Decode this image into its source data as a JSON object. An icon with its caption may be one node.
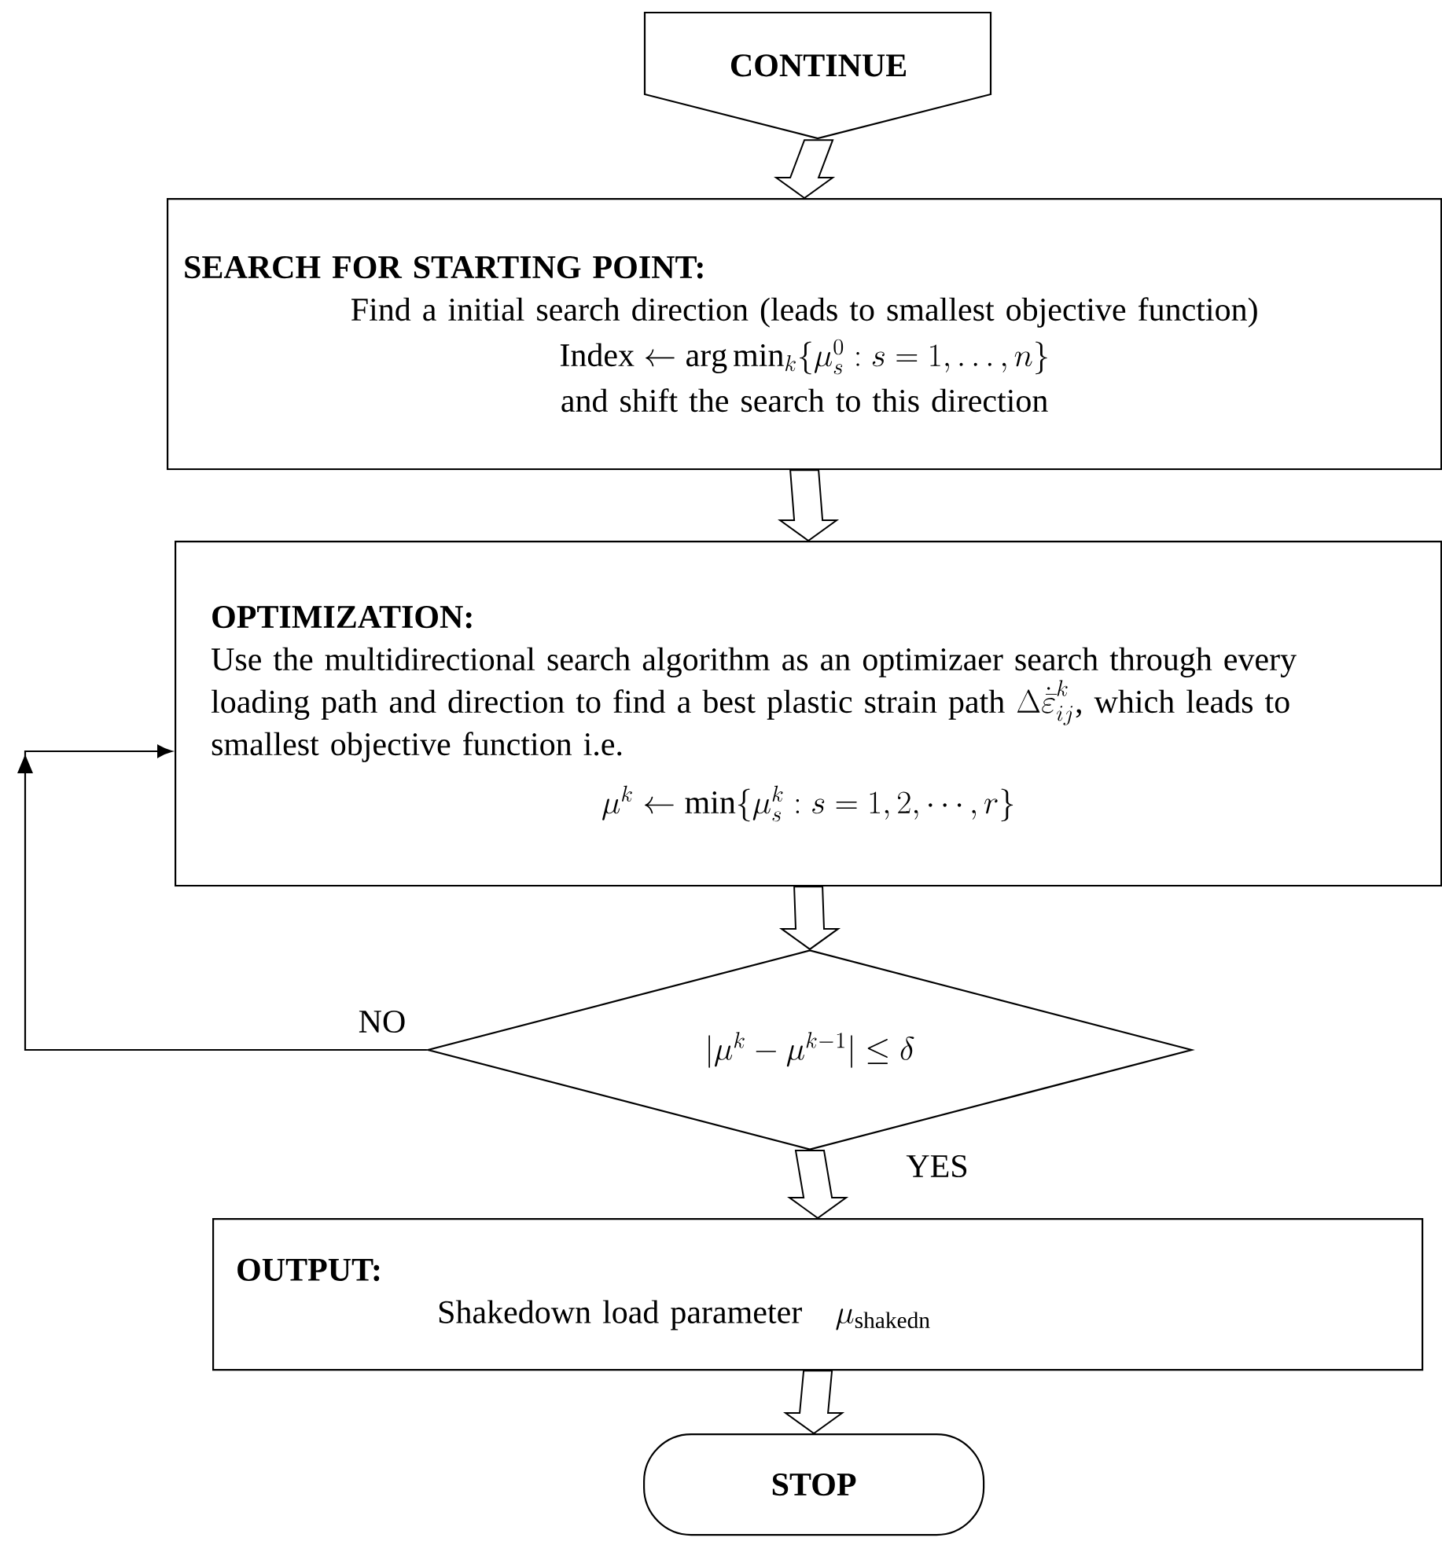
{
  "diagram": {
    "nodes": [
      {
        "text": [
          "CONTINUE"
        ]
      },
      {
        "text": [
          "SEARCH FOR STARTING POINT:",
          "Find a initial search direction (leads to smallest objective function)",
          "\\mathrm{Index} \\leftarrow \\arg\\min_{k} \\{\\mu_{s}^{0} : s = 1, \\ldots, n\\}",
          "and shift the search to this direction"
        ]
      },
      {
        "text": [
          "OPTIMIZATION:",
          "Use the multidirectional search algorithm as an optimizaer search through every loading path and direction to find a best plastic strain path",
          "\\Delta\\dot{\\bar{\\varepsilon}}_{ij}^{k}",
          ", which leads to smallest objective function i.e.",
          "\\mu^{k} \\leftarrow \\min\\{\\mu_{s}^{k} : s = 1, 2, \\cdots, r\\}"
        ]
      },
      {
        "text": [
          "|\\mu^{k} - \\mu^{k-1}| \\leq \\delta"
        ]
      },
      {
        "text": [
          "OUTPUT:",
          "Shakedown load parameter",
          "\\mu_{\\mathrm{shakedn}}"
        ]
      },
      {
        "text": [
          "STOP"
        ]
      }
    ],
    "edges": [
      {
        "from": 0,
        "to": 1,
        "arrow": "to"
      },
      {
        "from": 1,
        "to": 2,
        "arrow": "to"
      },
      {
        "from": 2,
        "to": 3,
        "arrow": "to"
      },
      {
        "from": 3,
        "to": 4,
        "arrow": "to",
        "label": "YES"
      },
      {
        "from": 4,
        "to": 5,
        "arrow": "to"
      },
      {
        "from": 3,
        "to": 2,
        "arrow": "to",
        "label": "NO"
      }
    ]
  }
}
